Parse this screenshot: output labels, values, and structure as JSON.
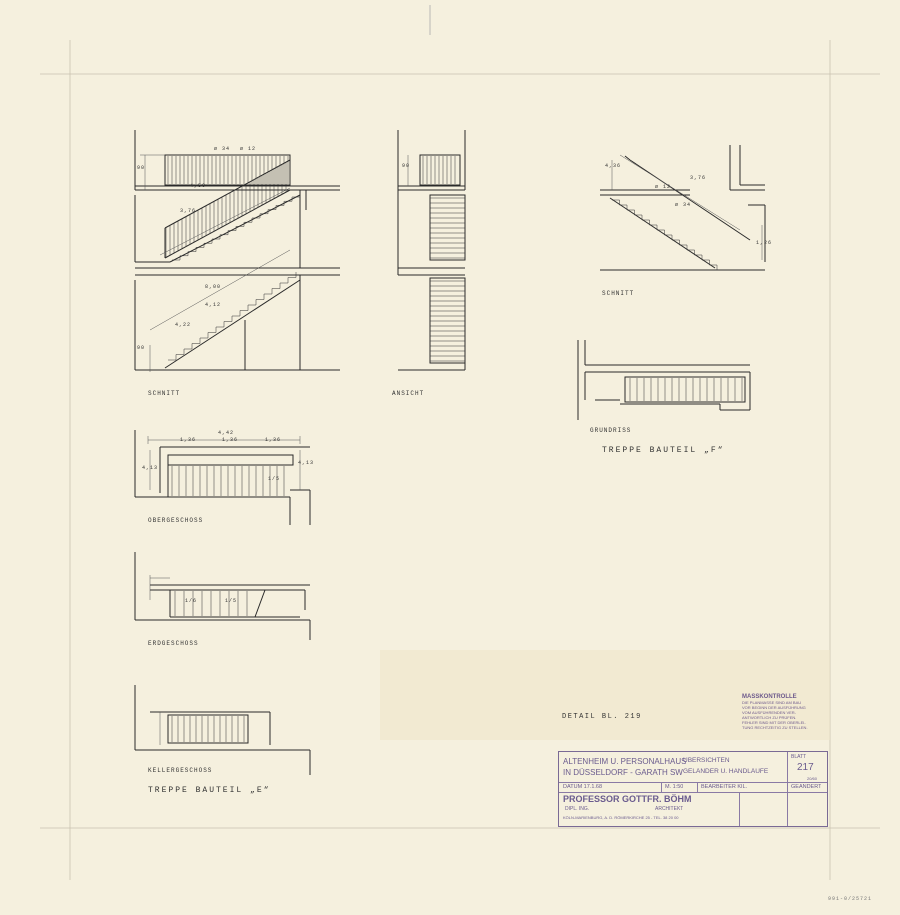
{
  "views": {
    "schnitt_e": "SCHNITT",
    "ansicht": "ANSICHT",
    "schnitt_f": "SCHNITT",
    "grundriss": "GRUNDRISS",
    "obergeschoss": "OBERGESCHOSS",
    "erdgeschoss": "ERDGESCHOSS",
    "kellergeschoss": "KELLERGESCHOSS"
  },
  "titles": {
    "treppe_e": "TREPPE  BAUTEIL „E“",
    "treppe_f": "TREPPE  BAUTEIL „F“"
  },
  "dims": {
    "d1": "ø 34",
    "d2": "ø 12",
    "d3": "4,50",
    "d4": "3,76",
    "d5": "8,00",
    "d6": "4,12",
    "d7": "4,22",
    "d8": "1,26",
    "d9": "4,36",
    "d10": "4,42",
    "d11": "4,13",
    "d12": "1,36",
    "d13": "1,36",
    "d14": "1,36",
    "d15": "4,13",
    "d16": "1/5",
    "d17": "1/6",
    "d18": "1/5",
    "d19": "90",
    "d20": "90",
    "d21": "90",
    "d22": "ø 12",
    "d23": "3,76",
    "d24": "ø 34"
  },
  "detail_ref": "DETAIL BL. 219",
  "stamp": {
    "title": "MASSKONTROLLE",
    "l1": "DIE PLANMASSE SIND AM BAU",
    "l2": "VOR BEGINN DER AUSFÜHRUNG",
    "l3": "VOM AUSFÜHRENDEN VER-",
    "l4": "ANTWORTLICH ZU PRÜFEN.",
    "l5": "FEHLER SIND MIT DER OBERLEI-",
    "l6": "TUNG RECHTZEITIG ZU STELLEN."
  },
  "titleblock": {
    "project1": "ALTENHEIM U. PERSONALHAUS",
    "project2": "IN DÜSSELDORF - GARATH SW",
    "content1": "ÜBERSICHTEN",
    "content2": "GELÄNDER U. HANDLÄUFE",
    "blatt_label": "BLATT",
    "blatt_no": "217",
    "blatt_sub": "20/60",
    "datum": "DATUM 17.1.68",
    "massstab": "M. 1:50",
    "bearbeiter": "BEARBEITER  KIL.",
    "geaendert": "GEÄNDERT",
    "architect": "PROFESSOR GOTTFR. BÖHM",
    "dipl": "DIPL. ING.",
    "arch_title": "ARCHITEKT",
    "address": "KÖLN-MARIENBURG, A. D. RÖMERKIRCHE 25 - TEL. 38 20 00"
  },
  "archive_no": "991-0/25721"
}
